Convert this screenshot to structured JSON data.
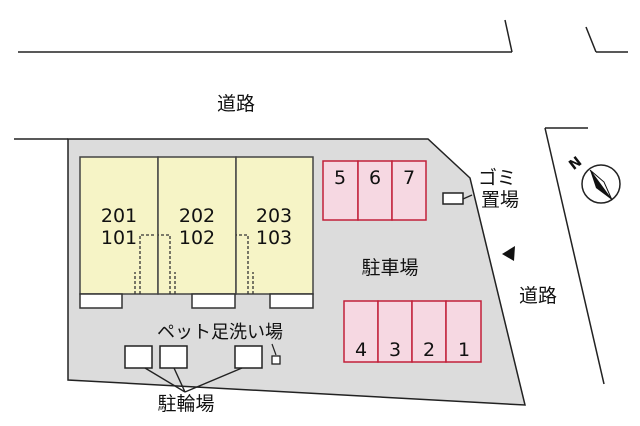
{
  "roads": {
    "north_label": "道路",
    "east_label": "道路"
  },
  "building": {
    "units": [
      {
        "upper": "201",
        "lower": "101"
      },
      {
        "upper": "202",
        "lower": "102"
      },
      {
        "upper": "203",
        "lower": "103"
      }
    ]
  },
  "parking": {
    "label": "駐車場",
    "spaces_top": [
      "5",
      "6",
      "7"
    ],
    "spaces_bottom": [
      "4",
      "3",
      "2",
      "1"
    ]
  },
  "garbage": {
    "line1": "ゴミ",
    "line2": "置場"
  },
  "pet_wash": {
    "label": "ペット足洗い場"
  },
  "bicycle": {
    "label": "駐輪場"
  },
  "colors": {
    "lot_fill": "#dcdcdc",
    "building_fill": "#f6f4c6",
    "parking_fill": "#f6d8e2",
    "parking_stroke": "#c2203a",
    "line": "#222222"
  },
  "compass": {
    "label": "N"
  }
}
